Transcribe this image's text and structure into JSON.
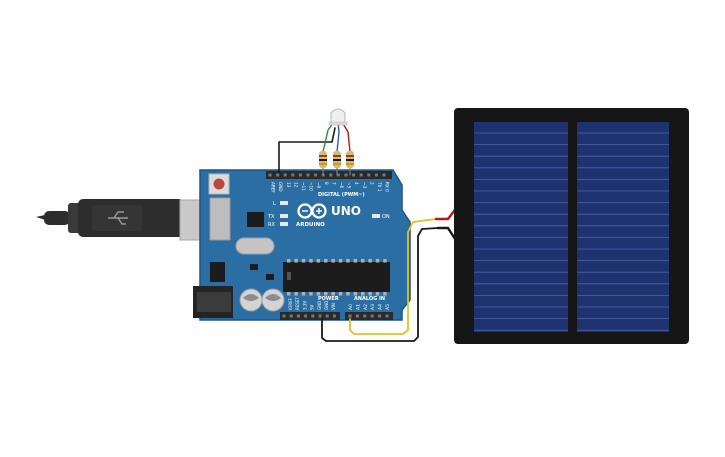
{
  "board": {
    "model": "UNO",
    "brand": "ARDUINO",
    "digital_header_label": "DIGITAL (PWM~)",
    "power_label": "POWER",
    "analog_label": "ANALOG IN",
    "on_label": "ON",
    "l_label": "L",
    "tx_label": "TX",
    "rx_label": "RX",
    "digital_pins": [
      "AREF",
      "GND",
      "13",
      "12",
      "~11",
      "~10",
      "~9",
      "8",
      "7",
      "~6",
      "~5",
      "4",
      "~3",
      "2",
      "TX 1",
      "RX 0"
    ],
    "power_pins": [
      "IOREF",
      "RESET",
      "3.3V",
      "5V",
      "GND",
      "GND",
      "VIN"
    ],
    "analog_pins": [
      "A0",
      "A1",
      "A2",
      "A3",
      "A4",
      "A5"
    ]
  },
  "colors": {
    "board": "#2b6ea3",
    "board_edge": "#1f5683",
    "header": "#2a2a2a",
    "chip": "#1c1c1c",
    "usb_plug": "#2d2d2d",
    "usb_metal": "#c9c9c9",
    "panel_frame": "#161616",
    "cell": "#1e3270",
    "cell_line": "#4a63a6",
    "wire_black": "#1a1a1a",
    "wire_red": "#b51b1b",
    "wire_yellow": "#e2c21f",
    "wire_green": "#2e8b3a",
    "wire_blue": "#2a5fb5",
    "resistor": "#d6b77c"
  }
}
